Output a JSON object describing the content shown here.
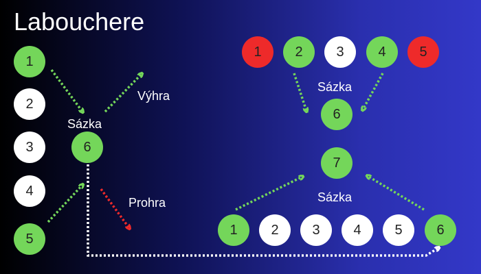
{
  "title": "Labouchere",
  "left": {
    "sequence": [
      {
        "value": "1",
        "state": "green"
      },
      {
        "value": "2",
        "state": "white"
      },
      {
        "value": "3",
        "state": "white"
      },
      {
        "value": "4",
        "state": "white"
      },
      {
        "value": "5",
        "state": "green"
      }
    ],
    "bet": {
      "value": "6",
      "state": "green"
    },
    "bet_label": "Sázka",
    "win_label": "Výhra",
    "loss_label": "Prohra"
  },
  "right_top": {
    "sequence": [
      {
        "value": "1",
        "state": "red"
      },
      {
        "value": "2",
        "state": "green"
      },
      {
        "value": "3",
        "state": "white"
      },
      {
        "value": "4",
        "state": "green"
      },
      {
        "value": "5",
        "state": "red"
      }
    ],
    "bet_label": "Sázka",
    "bet": {
      "value": "6",
      "state": "green"
    }
  },
  "right_bottom": {
    "bet": {
      "value": "7",
      "state": "green"
    },
    "bet_label": "Sázka",
    "sequence": [
      {
        "value": "1",
        "state": "green"
      },
      {
        "value": "2",
        "state": "white"
      },
      {
        "value": "3",
        "state": "white"
      },
      {
        "value": "4",
        "state": "white"
      },
      {
        "value": "5",
        "state": "white"
      },
      {
        "value": "6",
        "state": "green"
      }
    ]
  },
  "colors": {
    "green": "#74d65a",
    "white": "#ffffff",
    "red": "#ee2a2a",
    "arrow_green": "#74d65a",
    "arrow_red": "#ee2a2a",
    "arrow_white": "#ffffff"
  }
}
